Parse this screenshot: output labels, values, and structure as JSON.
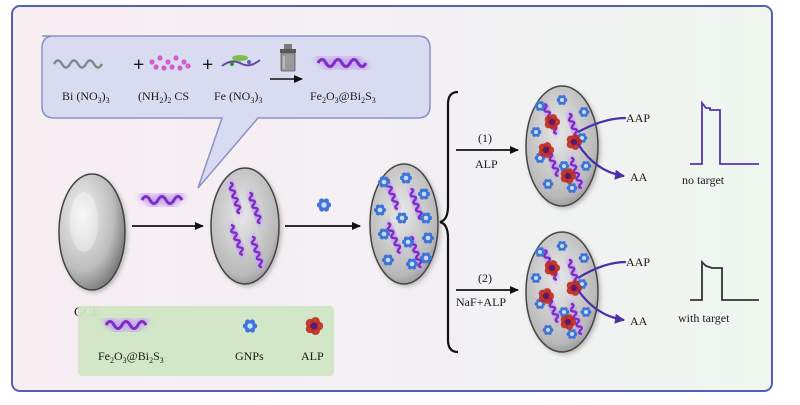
{
  "synthesis": {
    "reagents": [
      {
        "main": "Bi (NO",
        "sub": "3",
        "tail": ")",
        "sub2": "3"
      },
      {
        "main": "(NH",
        "sub": "2",
        "tail": ")",
        "sub2": "2",
        "end": " CS"
      },
      {
        "main": "Fe (NO",
        "sub": "3",
        "tail": ")",
        "sub2": "3"
      }
    ],
    "plus": "+",
    "product": {
      "a": "Fe",
      "a_sub": "2",
      "b": "O",
      "b_sub": "3",
      "c": "@Bi",
      "c_sub": "2",
      "d": "S",
      "d_sub": "3"
    }
  },
  "electrode_label": "GCE",
  "branches": [
    {
      "step": "(1)",
      "reagent": "ALP",
      "substrate": "AAP",
      "product": "AA",
      "signal": "no target"
    },
    {
      "step": "(2)",
      "reagent": "NaF+ALP",
      "substrate": "AAP",
      "product": "AA",
      "signal": "with target"
    }
  ],
  "legend": [
    {
      "icon": "nanocomposite",
      "label": {
        "a": "Fe",
        "a_sub": "2",
        "b": "O",
        "b_sub": "3",
        "c": "@Bi",
        "c_sub": "2",
        "d": "S",
        "d_sub": "3"
      }
    },
    {
      "icon": "gold-nanoparticle",
      "label": "GNPs"
    },
    {
      "icon": "alkaline-phosphatase",
      "label": "ALP"
    }
  ],
  "colors": {
    "frame": "#5560b5",
    "wave": "#7a2fc0",
    "glow": "#c9a3ef",
    "gnp": "#3f75d6",
    "alp": "#c02a1e",
    "trace": "#5a33b5",
    "synthesis_box": "#d9dcf0",
    "legend_box": "#cfe6c4"
  }
}
